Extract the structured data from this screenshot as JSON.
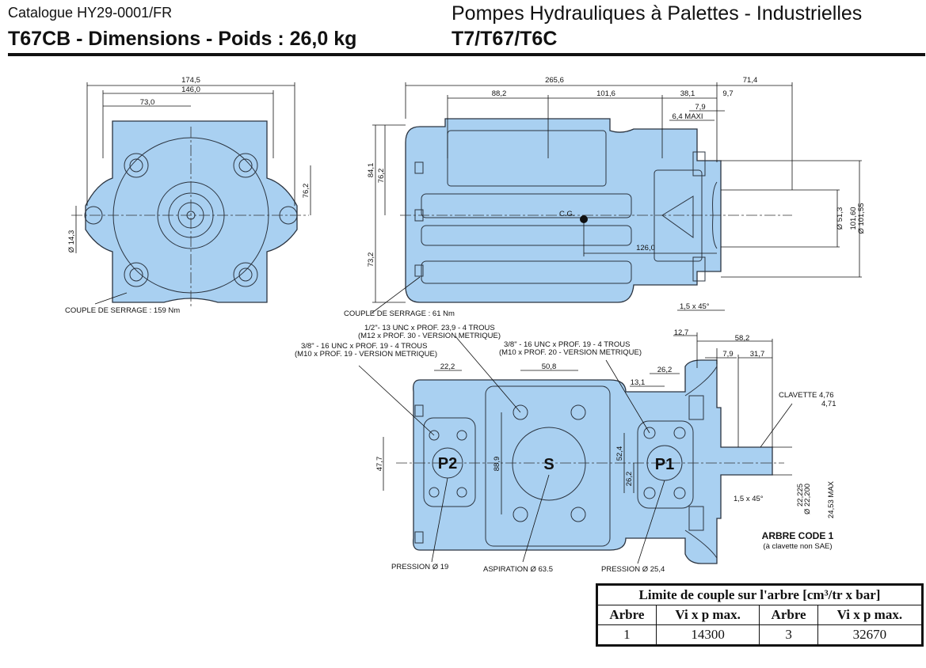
{
  "header": {
    "catalogue": "Catalogue HY29-0001/FR",
    "title": "T67CB - Dimensions - Poids : 26,0 kg",
    "series_title": "Pompes Hydrauliques à Palettes - Industrielles",
    "series": "T7/T67/T6C"
  },
  "front_view": {
    "d1": "174,5",
    "d2": "146,0",
    "d3": "73,0",
    "d4": "76,2",
    "d5": "Ø 14,3",
    "torque": "COUPLE DE SERRAGE : 159 Nm"
  },
  "side_view": {
    "d_total": "265,6",
    "d_882": "88,2",
    "d_1016": "101,6",
    "d_381": "38,1",
    "d_97": "9,7",
    "d_714": "71,4",
    "d_79": "7,9",
    "d_maxi": "6,4  MAXI",
    "d_841": "84,1",
    "d_762": "76,2",
    "d_732": "73,2",
    "cg": "C.G.",
    "d_126": "126,0",
    "d_513": "Ø 51,3",
    "d_10160": "101,60",
    "d_10155": "Ø 101,55",
    "chamfer": "1,5  x 45°",
    "torque": "COUPLE DE SERRAGE : 61 Nm"
  },
  "bottom_view": {
    "note_s1": "1/2\"- 13 UNC x PROF. 23,9 - 4 TROUS",
    "note_s2": "(M12 x PROF. 30 - VERSION METRIQUE)",
    "note_p2a": "3/8\" - 16 UNC x PROF. 19 - 4 TROUS",
    "note_p2b": "(M10 x PROF. 19 - VERSION METRIQUE)",
    "note_p1a": "3/8\" - 16 UNC x PROF. 19 - 4 TROUS",
    "note_p1b": "(M10 x PROF. 20 - VERSION METRIQUE)",
    "d_222": "22,2",
    "d_508": "50,8",
    "d_262a": "26,2",
    "d_131": "13,1",
    "d_127": "12,7",
    "d_582": "58,2",
    "d_79": "7,9",
    "d_317": "31,7",
    "d_477": "47,7",
    "d_889": "88,9",
    "d_524": "52,4",
    "d_262b": "26,2",
    "p2": "P2",
    "s": "S",
    "p1": "P1",
    "key1": "CLAVETTE 4,76",
    "key2": "4,71",
    "chamfer": "1,5  x 45°",
    "sh1": "22,225",
    "sh2": "Ø 22,200",
    "sh3": "24,53  MAX",
    "shaft_code": "ARBRE  CODE 1",
    "shaft_note": "(à clavette non SAE)",
    "pression_p2": "PRESSION   Ø 19",
    "aspiration": "ASPIRATION  Ø 63.5",
    "pression_p1": "PRESSION   Ø 25,4"
  },
  "table": {
    "title": "Limite de couple sur l'arbre [cm³/tr x bar]",
    "headers": [
      "Arbre",
      "Vi x p max.",
      "Arbre",
      "Vi x p max."
    ],
    "row": [
      "1",
      "14300",
      "3",
      "32670"
    ]
  },
  "colors": {
    "body": "#a9d0f1",
    "line": "#2b3440"
  }
}
